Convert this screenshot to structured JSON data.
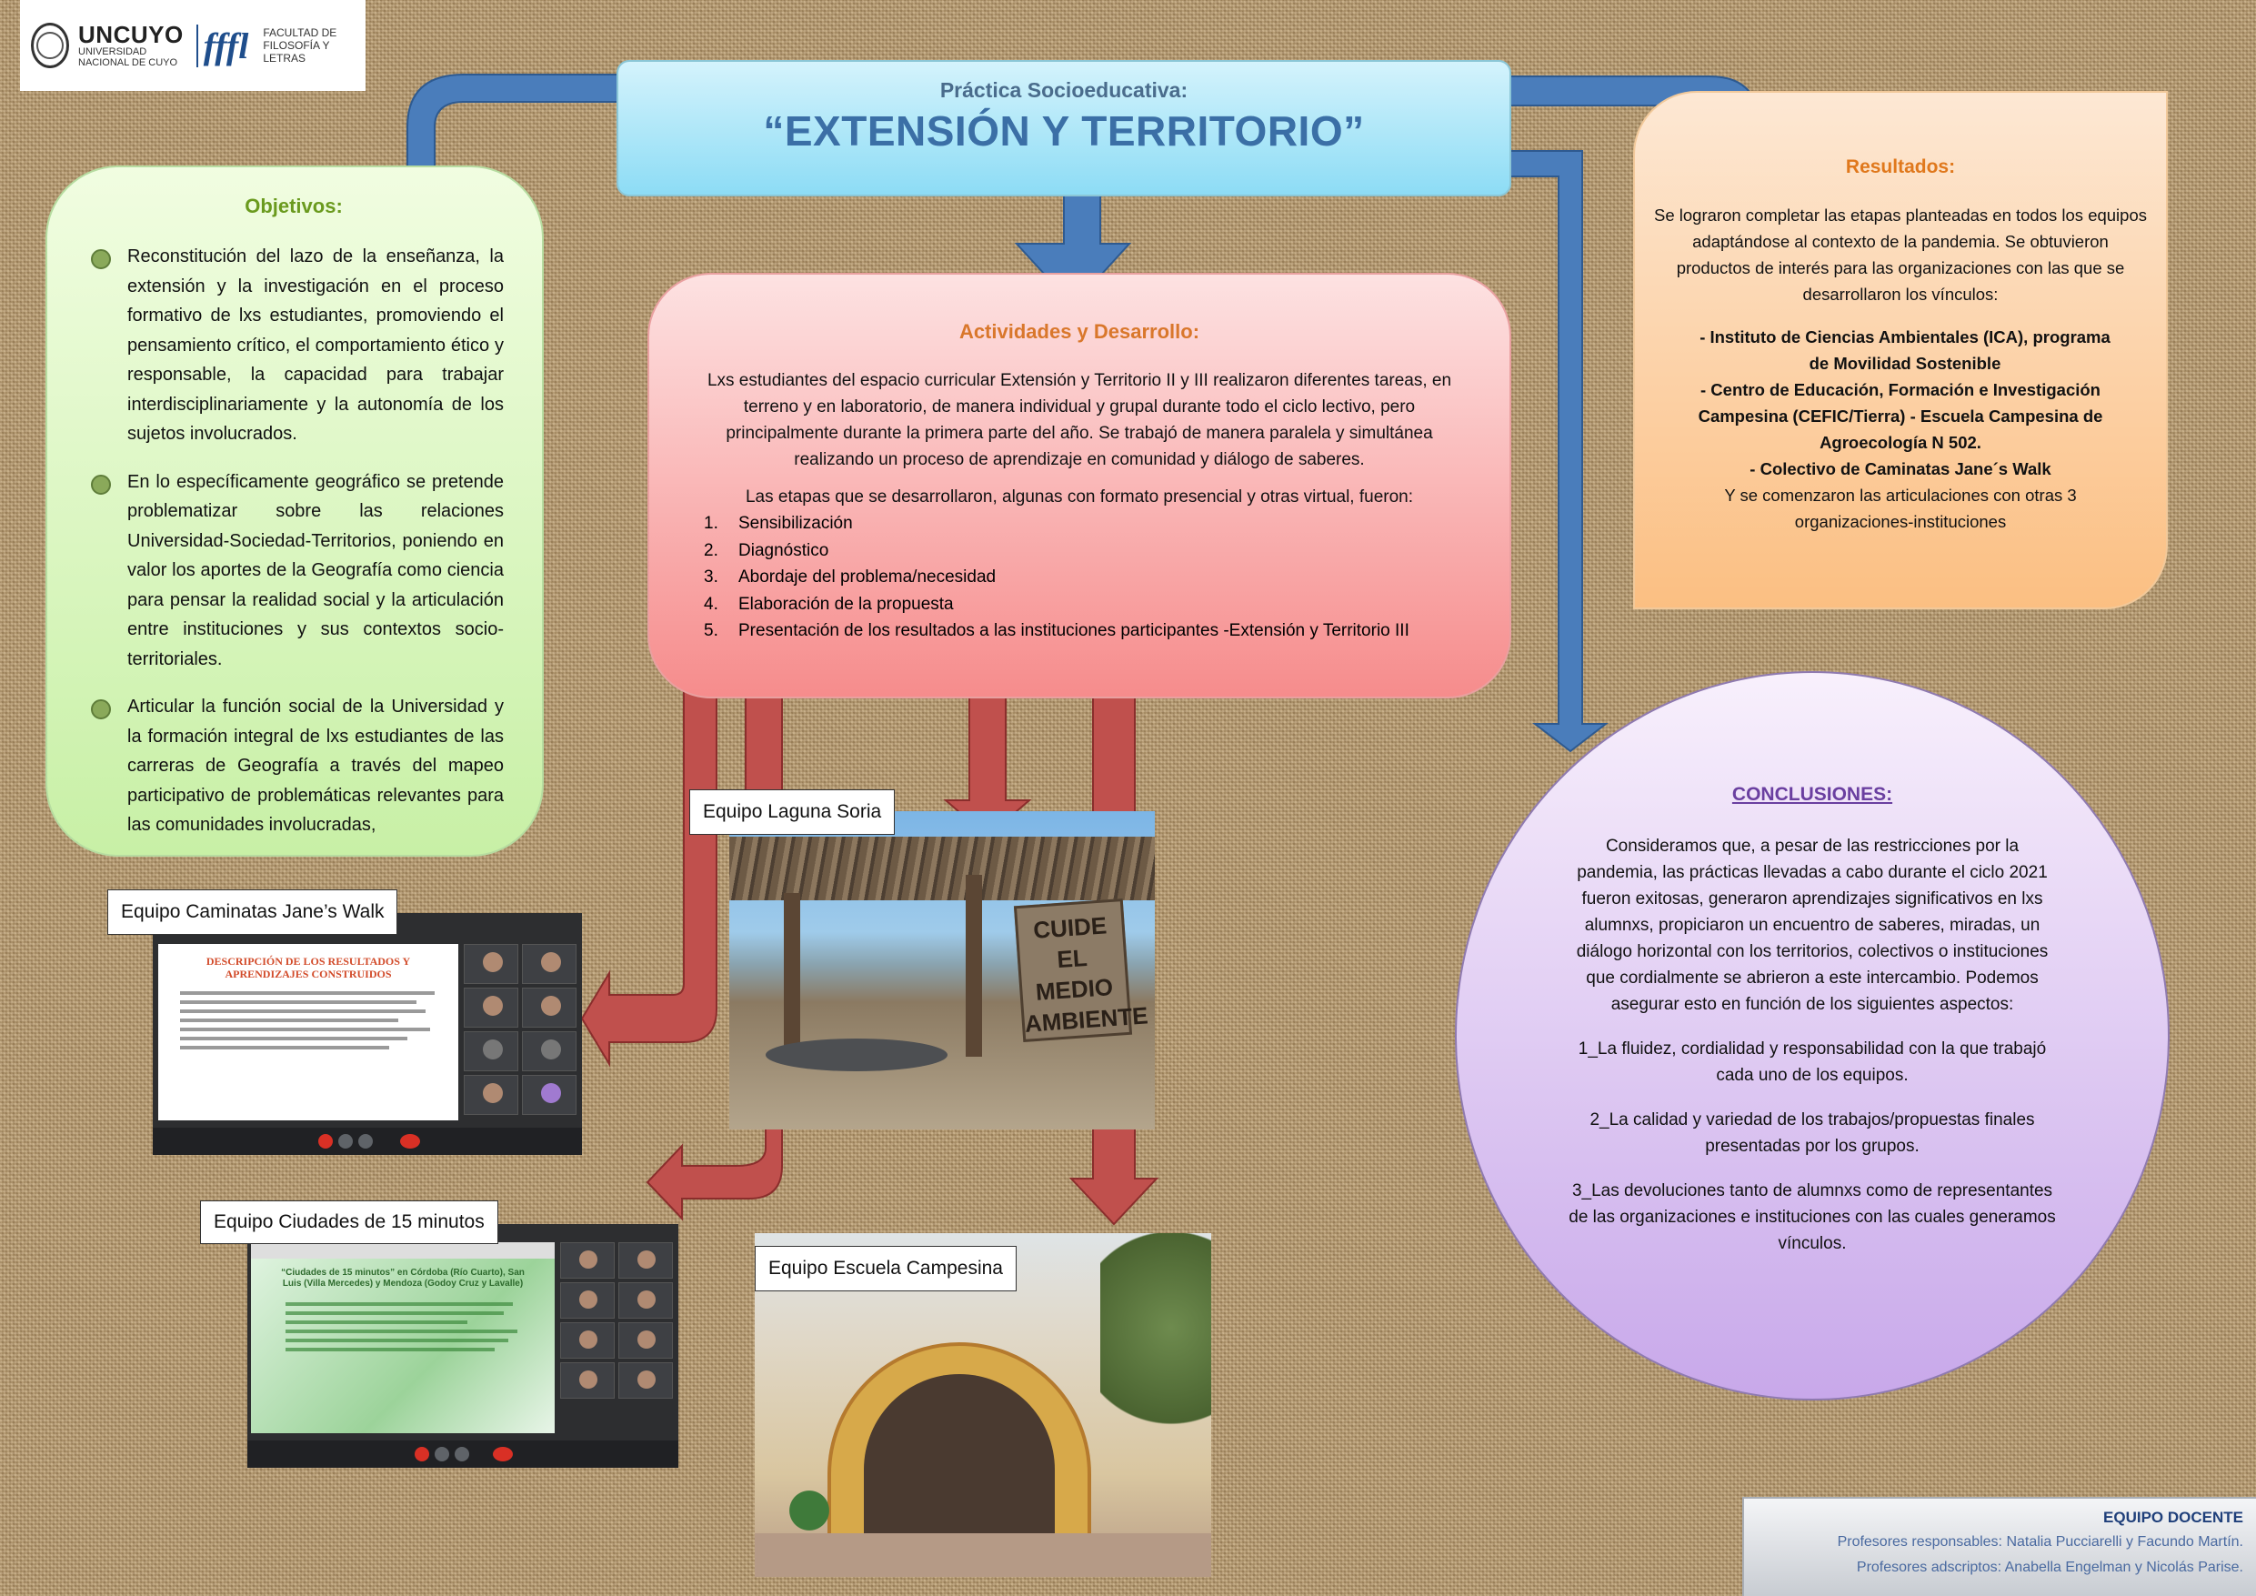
{
  "logo": {
    "uncuyo_name": "UNCUYO",
    "uncuyo_sub_1": "UNIVERSIDAD",
    "uncuyo_sub_2": "NACIONAL DE CUYO",
    "ffl_mark": "fffl",
    "faculty_1": "FACULTAD DE",
    "faculty_2": "FILOSOFÍA Y LETRAS"
  },
  "title": {
    "small": "Práctica Socioeducativa:",
    "big": "“EXTENSIÓN Y TERRITORIO”"
  },
  "objetivos": {
    "heading": "Objetivos:",
    "items": [
      "Reconstitución del lazo de la enseñanza, la extensión y la investigación en el proceso formativo de lxs estudiantes, promoviendo el pensamiento crítico, el comportamiento ético y responsable, la capacidad para trabajar interdisciplinariamente y la autonomía de los sujetos involucrados.",
      "En lo específicamente geográfico se pretende problematizar sobre las relaciones Universidad-Sociedad-Territorios, poniendo en valor los aportes de la Geografía como ciencia para pensar la realidad social y la articulación entre instituciones y sus contextos socio-territoriales.",
      "Articular la función social de la Universidad y la formación integral de lxs estudiantes de las carreras de Geografía a través del mapeo participativo de problemáticas relevantes para las comunidades involucradas,"
    ]
  },
  "actividades": {
    "heading": "Actividades y Desarrollo:",
    "paragraph": "Lxs estudiantes del espacio curricular Extensión y Territorio II y III realizaron diferentes tareas, en terreno y en laboratorio, de manera individual y grupal durante todo el ciclo lectivo, pero principalmente durante la primera parte del año. Se trabajó de manera paralela y simultánea realizando un proceso de aprendizaje en comunidad y diálogo de saberes.",
    "stages_intro": "Las etapas que se desarrollaron, algunas con formato presencial y otras virtual, fueron:",
    "stages": [
      {
        "num": "1.",
        "text": "Sensibilización"
      },
      {
        "num": "2.",
        "text": "Diagnóstico"
      },
      {
        "num": "3.",
        "text": "Abordaje del problema/necesidad"
      },
      {
        "num": "4.",
        "text": "Elaboración de la propuesta"
      },
      {
        "num": "5.",
        "text": "Presentación de los resultados a las instituciones participantes -Extensión y Territorio III"
      }
    ]
  },
  "resultados": {
    "heading": "Resultados:",
    "paragraph": "Se lograron completar las etapas planteadas en todos los equipos adaptándose al contexto de la pandemia. Se obtuvieron productos de interés para las organizaciones con las que se desarrollaron los vínculos:",
    "items": [
      "-      Instituto de Ciencias Ambientales (ICA), programa de Movilidad Sostenible",
      "-      Centro de Educación, Formación e Investigación Campesina (CEFIC/Tierra) - Escuela Campesina de Agroecología N 502.",
      "-      Colectivo de Caminatas Jane´s Walk"
    ],
    "closing": "Y se comenzaron las articulaciones con otras 3 organizaciones-instituciones"
  },
  "conclusiones": {
    "heading": "CONCLUSIONES:",
    "paragraphs": [
      "Consideramos que, a pesar de las restricciones por la pandemia, las prácticas llevadas a cabo durante el ciclo 2021 fueron exitosas, generaron aprendizajes significativos en lxs alumnxs, propiciaron un encuentro de saberes, miradas, un diálogo horizontal con los territorios, colectivos o instituciones que cordialmente se abrieron a este intercambio. Podemos asegurar esto en función de los siguientes aspectos:",
      "1_La fluidez, cordialidad y responsabilidad con la que trabajó cada uno de los equipos.",
      "2_La calidad y variedad de los trabajos/propuestas finales presentadas por los grupos.",
      "3_Las devoluciones tanto de alumnxs como de representantes de las organizaciones e instituciones con las cuales generamos vínculos."
    ]
  },
  "equipos": {
    "laguna": "Equipo Laguna Soria",
    "caminatas": "Equipo Caminatas Jane’s Walk",
    "ciudades": "Equipo Ciudades de 15 minutos",
    "escuela": "Equipo Escuela Campesina"
  },
  "photo_laguna": {
    "sign_text": "CUIDE EL MEDIO AMBIENTE"
  },
  "shot1": {
    "slide_title": "DESCRIPCIÓN DE LOS RESULTADOS Y APRENDIZAJES CONSTRUIDOS"
  },
  "shot2": {
    "slide_title": "“Ciudades de 15 minutos” en Córdoba (Río Cuarto), San Luis (Villa Mercedes) y Mendoza (Godoy Cruz y Lavalle)"
  },
  "equipo_docente": {
    "heading": "EQUIPO DOCENTE",
    "line1": "Profesores responsables: Natalia Pucciarelli y Facundo Martín.",
    "line2": "Profesores adscriptos: Anabella Engelman y Nicolás Parise."
  },
  "colors": {
    "title_blue": "#3b6fa6",
    "arrow_blue": "#4a7dbb",
    "arrow_red": "#c0504d",
    "objetivos_green": "#6a9a1e",
    "actividades_orange": "#d9772b",
    "conclusiones_purple": "#6a3fa0"
  }
}
